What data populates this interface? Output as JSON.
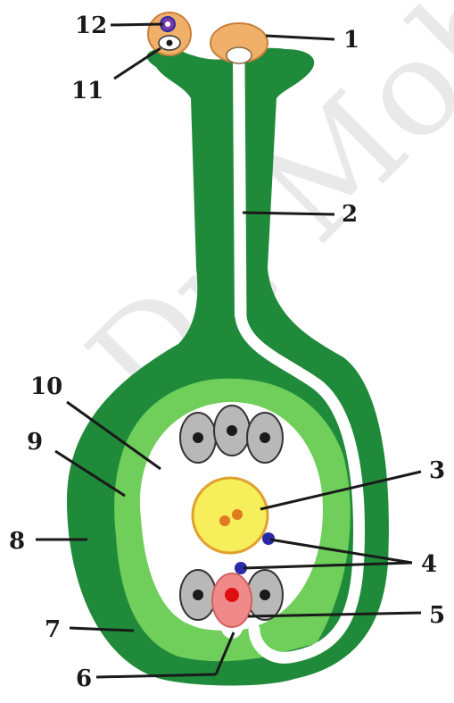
{
  "watermark": "Dr. Mob",
  "labels": {
    "l1": "1",
    "l2": "2",
    "l3": "3",
    "l4": "4",
    "l5": "5",
    "l6": "6",
    "l7": "7",
    "l8": "8",
    "l9": "9",
    "l10": "10",
    "l11": "11",
    "l12": "12"
  },
  "colors": {
    "dark_green": "#1f8a3a",
    "light_green": "#6fcf5a",
    "pollen_orange": "#f0b06a",
    "polar_nuclei_fill": "#f6ee5a",
    "egg_pink": "#f08a8a",
    "cell_gray": "#b8b8b8",
    "sperm_blue": "#2a2aa8"
  }
}
